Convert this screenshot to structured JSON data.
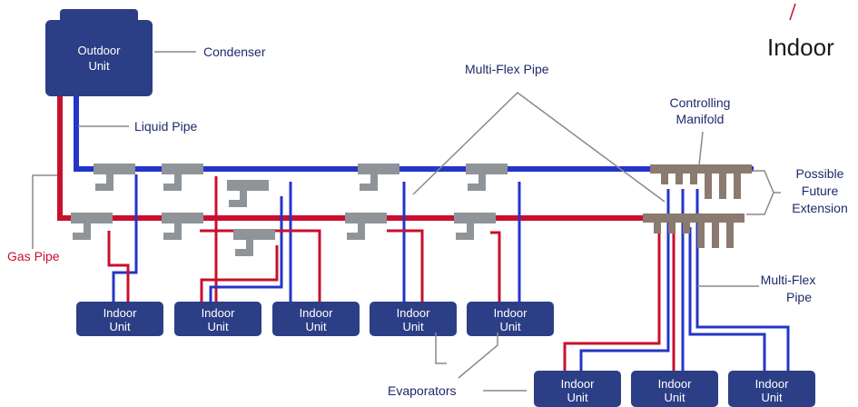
{
  "colors": {
    "navy": "#2c3e85",
    "liquid_pipe": "#2435c8",
    "gas_pipe": "#c8102e",
    "fitting": "#8f9499",
    "manifold": "#8a7a70",
    "leader": "#8a8a8a"
  },
  "outdoor_unit": {
    "line1": "Outdoor",
    "line2": "Unit"
  },
  "labels": {
    "condenser": "Condenser",
    "liquid_pipe": "Liquid Pipe",
    "gas_pipe": "Gas Pipe",
    "multiflex_top": "Multi-Flex Pipe",
    "controlling_manifold_1": "Controlling",
    "controlling_manifold_2": "Manifold",
    "future_1": "Possible",
    "future_2": "Future",
    "future_3": "Extension",
    "multiflex_right_1": "Multi-Flex",
    "multiflex_right_2": "Pipe",
    "evaporators": "Evaporators",
    "corner_text": "Indoor"
  },
  "indoor_units": [
    {
      "line1": "Indoor",
      "line2": "Unit"
    },
    {
      "line1": "Indoor",
      "line2": "Unit"
    },
    {
      "line1": "Indoor",
      "line2": "Unit"
    },
    {
      "line1": "Indoor",
      "line2": "Unit"
    },
    {
      "line1": "Indoor",
      "line2": "Unit"
    },
    {
      "line1": "Indoor",
      "line2": "Unit"
    },
    {
      "line1": "Indoor",
      "line2": "Unit"
    },
    {
      "line1": "Indoor",
      "line2": "Unit"
    }
  ]
}
